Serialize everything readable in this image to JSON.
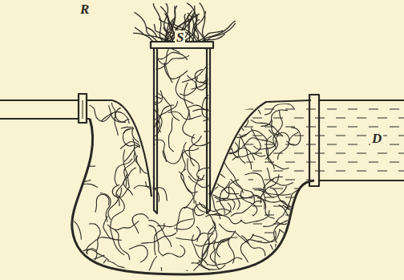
{
  "diagram": {
    "labels": [
      "R",
      "S",
      "D"
    ]
  }
}
